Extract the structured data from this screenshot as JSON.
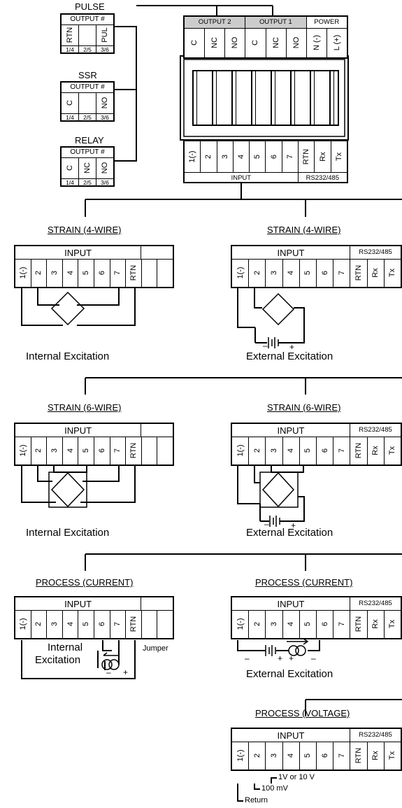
{
  "top": {
    "pulse": {
      "title": "PULSE",
      "header": "OUTPUT #",
      "terms": [
        "RTN",
        "",
        "PUL"
      ],
      "nums": [
        "1/4",
        "2/5",
        "3/6"
      ]
    },
    "ssr": {
      "title": "SSR",
      "header": "OUTPUT #",
      "terms": [
        "C",
        "",
        "NO"
      ],
      "nums": [
        "1/4",
        "2/5",
        "3/6"
      ]
    },
    "relay": {
      "title": "RELAY",
      "header": "OUTPUT #",
      "terms": [
        "C",
        "NC",
        "NO"
      ],
      "nums": [
        "1/4",
        "2/5",
        "3/6"
      ]
    },
    "meter": {
      "output2": "OUTPUT 2",
      "output1": "OUTPUT 1",
      "power": "POWER",
      "top_terms": [
        "C",
        "NC",
        "NO",
        "C",
        "NC",
        "NO",
        "N (-)",
        "L (+)"
      ],
      "bottom_terms": [
        "1(-)",
        "2",
        "3",
        "4",
        "5",
        "6",
        "7",
        "RTN",
        "Rx",
        "Tx"
      ],
      "input": "INPUT",
      "rs": "RS232/485"
    }
  },
  "panels": {
    "input_label": "INPUT",
    "rs_label": "RS232/485",
    "terms_left": [
      "1(-)",
      "2",
      "3",
      "4",
      "5",
      "6",
      "7",
      "RTN"
    ],
    "terms_right": [
      "1(-)",
      "2",
      "3",
      "4",
      "5",
      "6",
      "7",
      "RTN",
      "Rx",
      "Tx"
    ],
    "strain4": {
      "title_left": "STRAIN (4-WIRE)",
      "title_right": "STRAIN (4-WIRE)",
      "cap_left": "Internal Excitation",
      "cap_right": "External Excitation"
    },
    "strain6": {
      "title_left": "STRAIN (6-WIRE)",
      "title_right": "STRAIN (6-WIRE)",
      "cap_left": "Internal Excitation",
      "cap_right": "External Excitation"
    },
    "current": {
      "title_left": "PROCESS (CURRENT)",
      "title_right": "PROCESS (CURRENT)",
      "internal_1": "Internal",
      "internal_2": "Excitation",
      "jumper": "Jumper",
      "cap_right": "External Excitation"
    },
    "voltage": {
      "title": "PROCESS (VOLTAGE)",
      "l1": "1V or 10 V",
      "l2": "100 mV",
      "l3": "Return"
    }
  },
  "signs": {
    "minus": "–",
    "plus": "+"
  }
}
